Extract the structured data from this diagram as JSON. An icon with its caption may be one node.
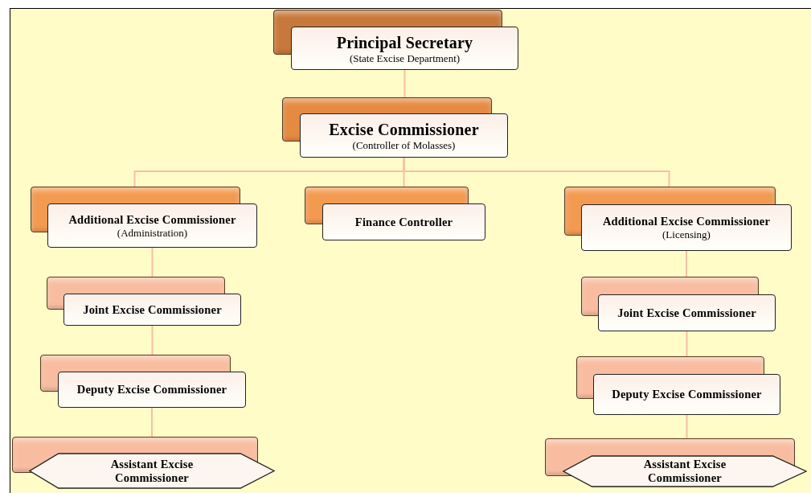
{
  "diagram": {
    "nodes": [
      {
        "text": [
          "Principal Secretary",
          "(State Excise Department)"
        ]
      },
      {
        "text": [
          "Excise Commissioner",
          "(Controller of Molasses)"
        ]
      },
      {
        "text": [
          "Additional Excise Commissioner",
          "(Administration)"
        ]
      },
      {
        "text": [
          "Finance Controller"
        ]
      },
      {
        "text": [
          "Additional Excise Commissioner",
          "(Licensing)"
        ]
      },
      {
        "text": [
          "Joint Excise Commissioner"
        ]
      },
      {
        "text": [
          "Deputy Excise Commissioner"
        ]
      },
      {
        "text": [
          "Assistant Excise Commissioner"
        ]
      },
      {
        "text": [
          "Joint Excise Commissioner"
        ]
      },
      {
        "text": [
          "Deputy Excise Commissioner"
        ]
      },
      {
        "text": [
          "Assistant Excise Commissioner"
        ]
      }
    ],
    "edges": [
      {
        "from": 0,
        "to": 1,
        "arrow": "none"
      },
      {
        "from": 1,
        "to": 2,
        "arrow": "none"
      },
      {
        "from": 1,
        "to": 3,
        "arrow": "none"
      },
      {
        "from": 1,
        "to": 4,
        "arrow": "none"
      },
      {
        "from": 2,
        "to": 5,
        "arrow": "none"
      },
      {
        "from": 5,
        "to": 6,
        "arrow": "none"
      },
      {
        "from": 6,
        "to": 7,
        "arrow": "none"
      },
      {
        "from": 4,
        "to": 8,
        "arrow": "none"
      },
      {
        "from": 8,
        "to": 9,
        "arrow": "none"
      },
      {
        "from": 9,
        "to": 10,
        "arrow": "none"
      }
    ]
  }
}
